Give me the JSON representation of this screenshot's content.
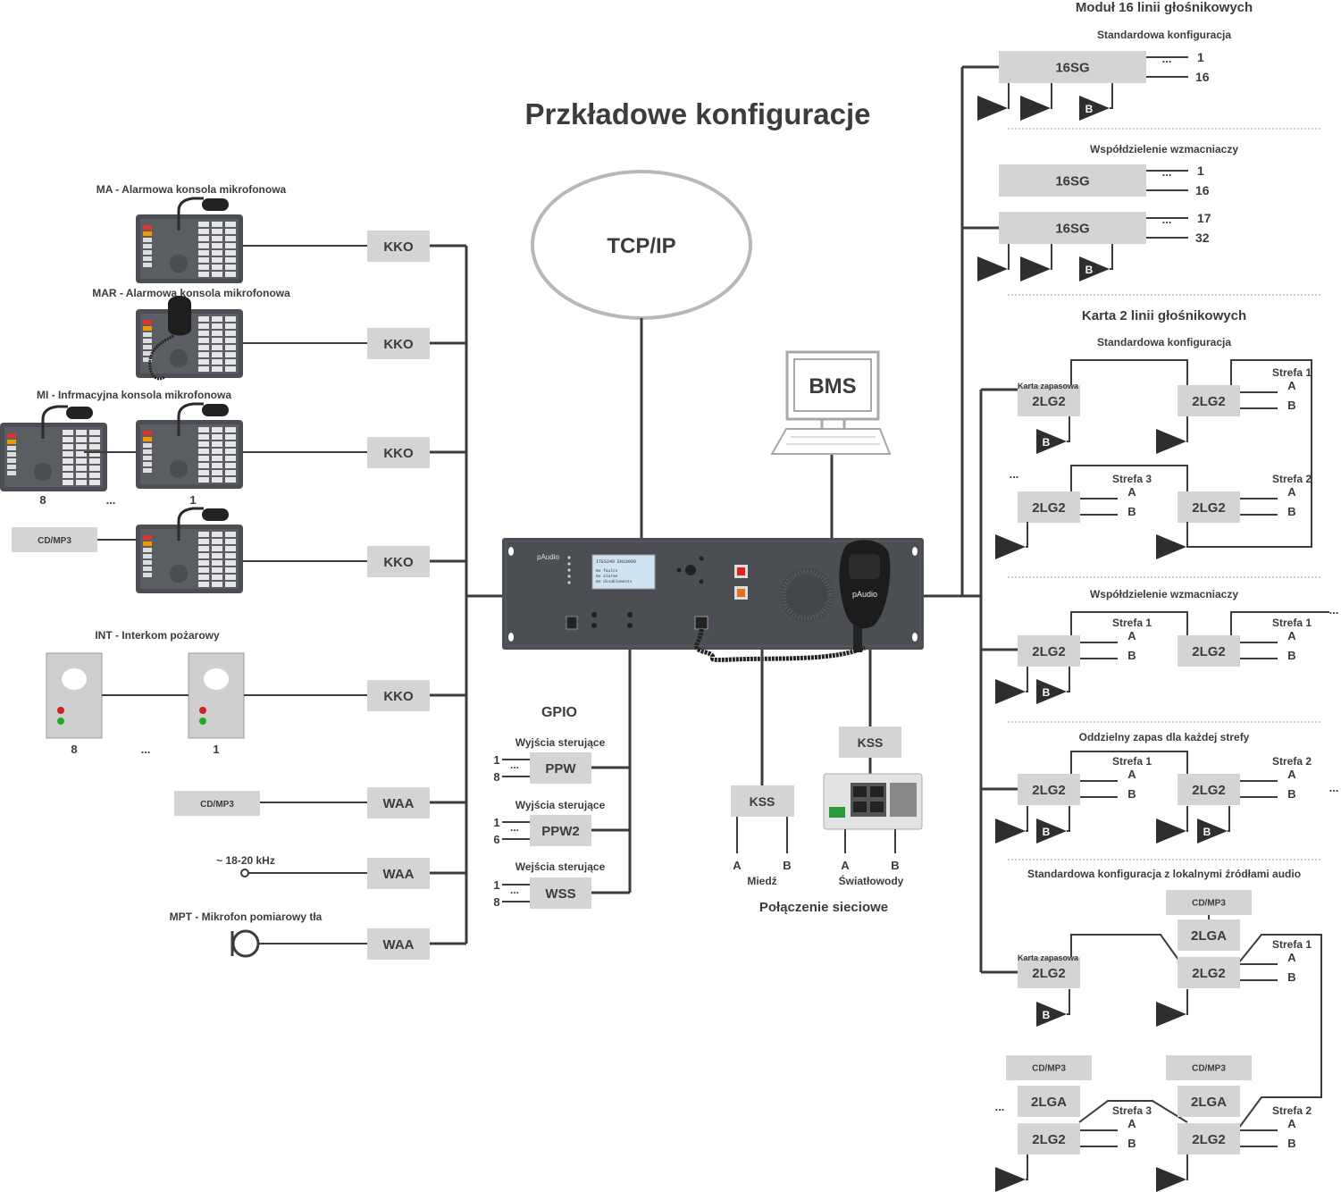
{
  "title": "Przkładowe konfiguracje",
  "network": {
    "tcpip": "TCP/IP",
    "bms": "BMS"
  },
  "devices": {
    "ma": "MA - Alarmowa konsola mikrofonowa",
    "mar": "MAR - Alarmowa konsola mikrofonowa",
    "mi": "MI - Infrmacyjna konsola mikrofonowa",
    "int": "INT - Interkom pożarowy",
    "tone": "~ 18-20 kHz",
    "mpt": "MPT - Mikrofon pomiarowy tła",
    "cdmp3": "CD/MP3",
    "count8": "8",
    "count1": "1",
    "dots": "..."
  },
  "modules": {
    "kko": "KKO",
    "waa": "WAA",
    "ppw": "PPW",
    "ppw2": "PPW2",
    "wss": "WSS",
    "kss": "KSS"
  },
  "gpio": {
    "title": "GPIO",
    "out1": "Wyjścia sterujące",
    "out2": "Wyjścia sterujące",
    "in": "Wejścia sterujące",
    "n1": "1",
    "n8": "8",
    "n6": "6"
  },
  "connection": {
    "a": "A",
    "b": "B",
    "copper": "Miedź",
    "fiber": "Światłowody",
    "title": "Połączenie sieciowe"
  },
  "controller_screen": {
    "line1": "ITES249  EN10000",
    "line2": "No faults",
    "line3": "No alarms",
    "line4": "No disablements",
    "brand": "pAudio"
  },
  "right": {
    "sg_title": "Moduł 16 linii głośnikowych",
    "std_config": "Standardowa konfiguracja",
    "shared": "Współdzielenie wzmacniaczy",
    "lg_title": "Karta 2 linii głośnikowych",
    "separate": "Oddzielny zapas dla każdej strefy",
    "local_audio": "Standardowa konfiguracja z lokalnymi źródłami audio",
    "sg": "16SG",
    "lg2": "2LG2",
    "lga": "2LGA",
    "spare": "Karta zapasowa",
    "zone1": "Strefa 1",
    "zone2": "Strefa 2",
    "zone3": "Strefa 3",
    "a": "A",
    "b": "B",
    "n1": "1",
    "n16": "16",
    "n17": "17",
    "n32": "32",
    "dots": "...",
    "bbadge": "B"
  }
}
